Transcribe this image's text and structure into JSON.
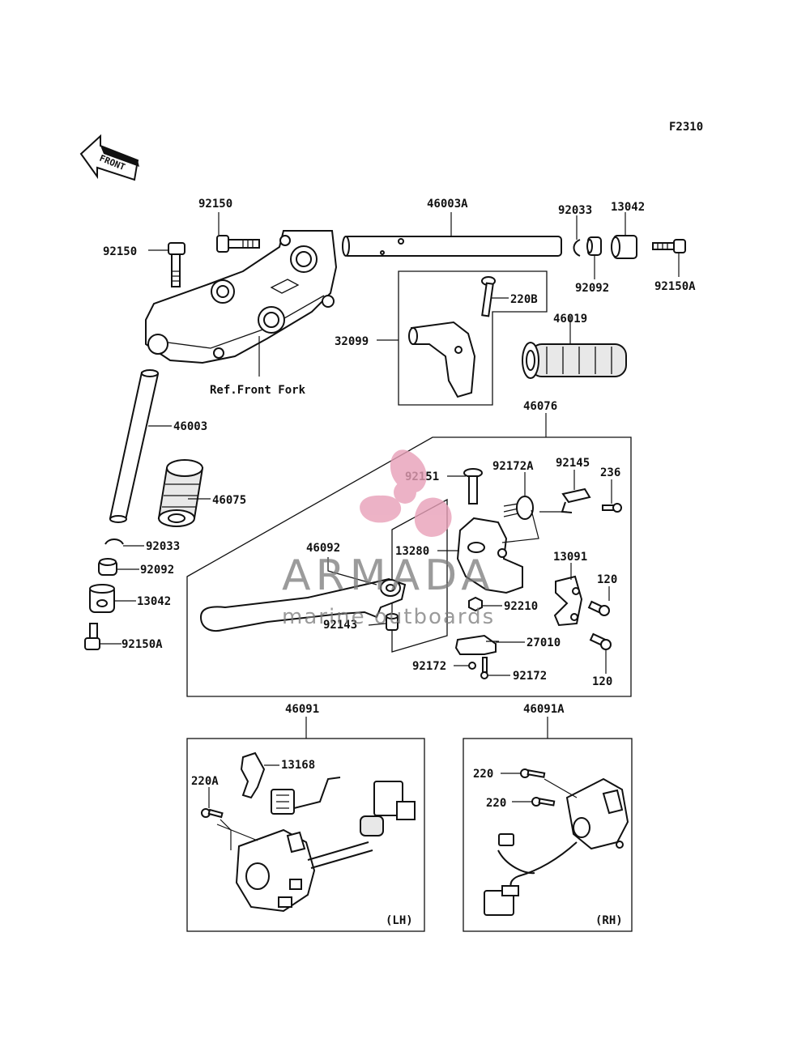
{
  "diagram": {
    "figure_code": "F2310",
    "front_arrow": "FRONT",
    "ref_label": "Ref.Front Fork",
    "labels": {
      "p92150_top": "92150",
      "p46003A": "46003A",
      "p92033_top": "92033",
      "p13042_top": "13042",
      "p92150_left": "92150",
      "p220B": "220B",
      "p92092_top": "92092",
      "p92150A_top": "92150A",
      "p32099": "32099",
      "p46019": "46019",
      "p46003": "46003",
      "p46076": "46076",
      "p46075": "46075",
      "p92151": "92151",
      "p92172A": "92172A",
      "p92145": "92145",
      "p236": "236",
      "p92033_bot": "92033",
      "p46092": "46092",
      "p13280": "13280",
      "p13091": "13091",
      "p92092_bot": "92092",
      "p120_top": "120",
      "p13042_bot": "13042",
      "p92210": "92210",
      "p92143": "92143",
      "p92150A_bot": "92150A",
      "p27010": "27010",
      "p92172_a": "92172",
      "p92172_b": "92172",
      "p120_bot": "120",
      "p46091": "46091",
      "p46091A": "46091A",
      "p13168": "13168",
      "p220A": "220A",
      "p220_a": "220",
      "p220_b": "220",
      "lh": "(LH)",
      "rh": "(RH)"
    }
  },
  "watermark": {
    "brand": "ARMADA",
    "tagline": "marine outboards",
    "logo_color": "#e8a0b8"
  }
}
